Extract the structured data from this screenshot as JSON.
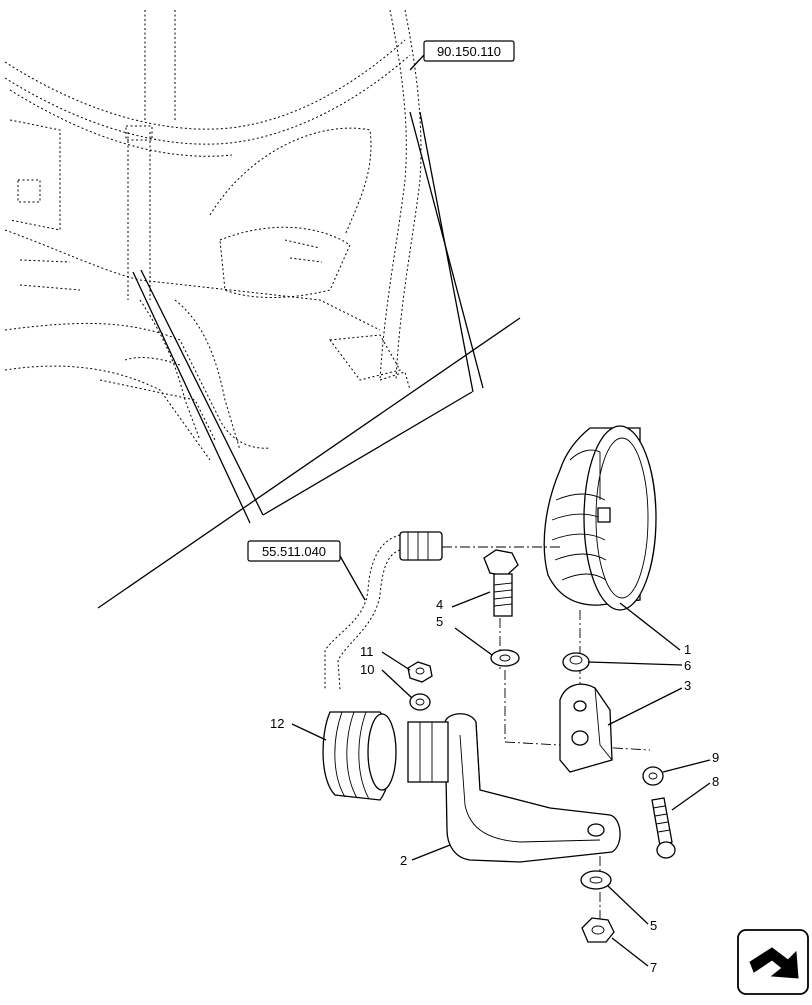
{
  "references": [
    {
      "id": "ref-top",
      "label": "90.150.110"
    },
    {
      "id": "ref-mid",
      "label": "55.511.040"
    }
  ],
  "callouts": [
    "1",
    "2",
    "3",
    "4",
    "5",
    "5",
    "6",
    "7",
    "8",
    "9",
    "10",
    "11",
    "12"
  ],
  "icons": {
    "nav": "next-page-arrow-icon"
  }
}
